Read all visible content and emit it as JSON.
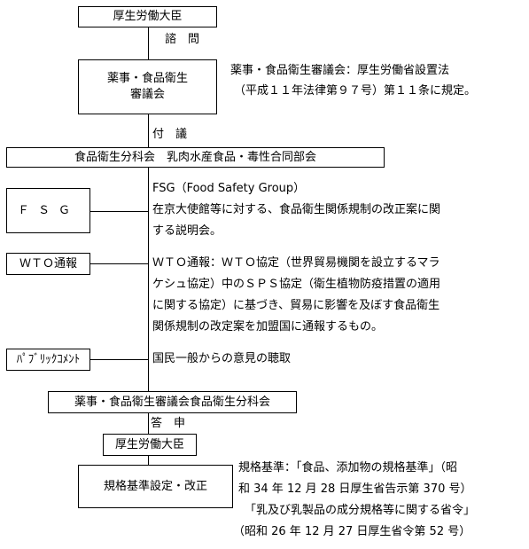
{
  "boxes": {
    "minister_top": "厚生労働大臣",
    "council": [
      "薬事・食品衛生",
      "審議会"
    ],
    "subcommittee": "食品衛生分科会　乳肉水産食品・毒性合同部会",
    "fsg": "ＦＳＧ",
    "wto": "ＷＴＯ通報",
    "public_comment": "ﾊﾟﾌﾞﾘｯｸｺﾒﾝﾄ",
    "council_subcommittee": "薬事・食品衛生審議会食品衛生分科会",
    "minister_bottom": "厚生労働大臣",
    "standard_setting": "規格基準設定・改正"
  },
  "labels": {
    "inquiry": "諮　問",
    "referral": "付　議",
    "report": "答　申"
  },
  "notes": {
    "council": [
      "薬事・食品衛生審議会：厚生労働省設置法",
      "（平成１１年法律第９７号）第１１条に規定。"
    ],
    "fsg": [
      "FSG（Food Safety Group）",
      "在京大使館等に対する、食品衛生関係規制の改正案に関",
      "する説明会。"
    ],
    "wto": [
      "ＷＴＯ通報：ＷＴＯ協定（世界貿易機関を設立するマラ",
      "ケシュ協定）中のＳＰＳ協定（衛生植物防疫措置の適用",
      "に関する協定）に基づき、貿易に影響を及ぼす食品衛生",
      "関係規制の改定案を加盟国に通報するもの。"
    ],
    "public_comment": "国民一般からの意見の聴取",
    "standard": [
      "規格基準：「食品、添加物の規格基準」（昭",
      "和 34 年 12 月 28 日厚生省告示第 370 号）",
      "「乳及び乳製品の成分規格等に関する省令」",
      "（昭和 26 年 12 月 27 日厚生省令第 52 号）"
    ]
  }
}
